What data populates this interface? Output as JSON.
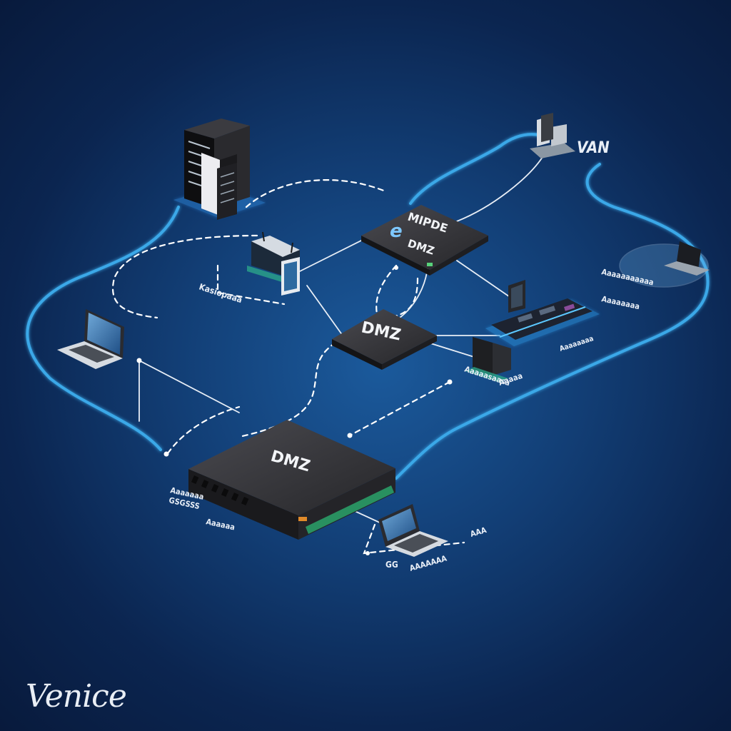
{
  "devices": {
    "switch_top": {
      "label": "MIPDE",
      "sub_label": "DMZ",
      "brand_mark": "e"
    },
    "switch_mid": {
      "label": "DMZ"
    },
    "switch_main": {
      "label": "DMZ"
    },
    "wan_corner": {
      "label": "VAN"
    }
  },
  "labels": {
    "router_left": "Kasiopaaa",
    "right_group_a": "Aaaaasaasa",
    "right_group_b": "Aaaaa",
    "right_cloud": "Aaaaaaaaaaa",
    "right_cloud_b": "Aaaaaaaa",
    "switch_ports_a": "Aaaaaaa",
    "switch_ports_b": "GSGSSS",
    "switch_ports_c": "Aaaaaa",
    "laptop_bottom_a": "GG",
    "laptop_bottom_b": "AAAAAAA",
    "laptop_bottom_c": "AAA"
  },
  "watermark": "Venice",
  "colors": {
    "background": "#0f3466",
    "link_solid": "#3aa8e8",
    "link_dashed": "#ffffff",
    "device_face": "#2f2f33",
    "accent": "#5cc8ff"
  }
}
